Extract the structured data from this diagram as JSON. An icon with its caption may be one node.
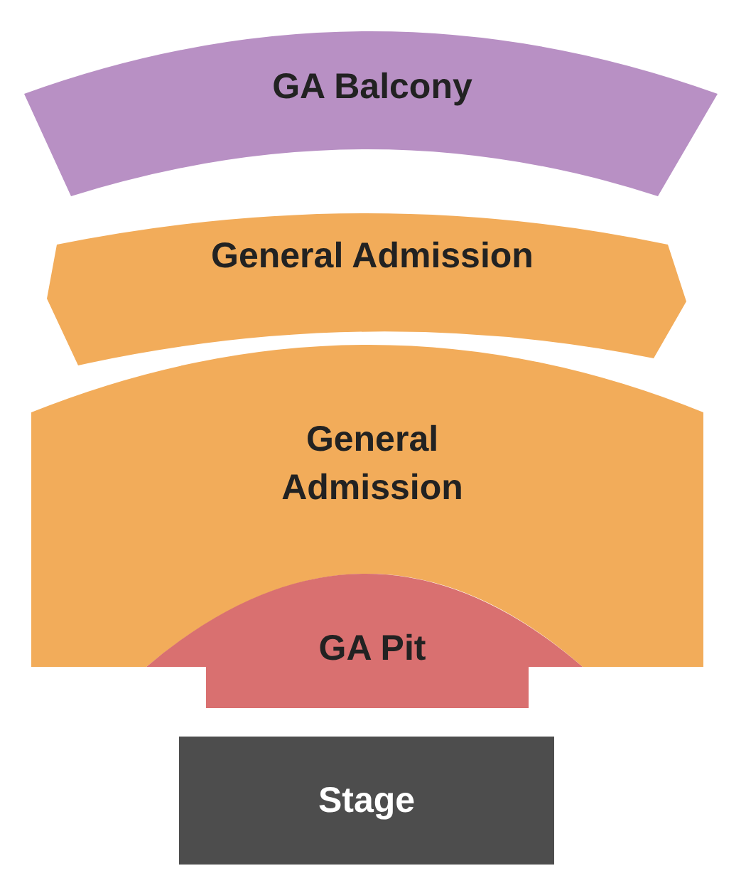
{
  "diagram": {
    "nodes": [
      {
        "text": [
          "GA Balcony"
        ]
      },
      {
        "text": [
          "General Admission"
        ]
      },
      {
        "text": [
          "General Admission"
        ]
      },
      {
        "text": [
          "GA Pit"
        ]
      },
      {
        "text": [
          "Stage"
        ]
      }
    ]
  }
}
